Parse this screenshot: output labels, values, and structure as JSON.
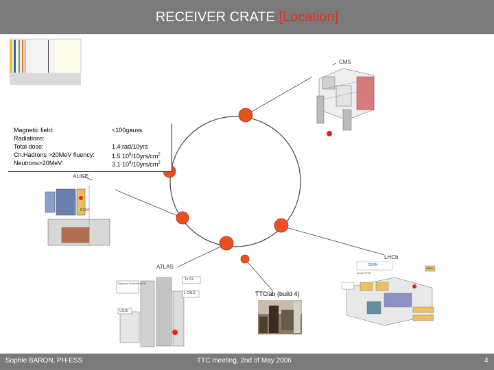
{
  "header": {
    "title_main": "RECEIVER CRATE",
    "title_location": "[Location]",
    "location_color": "#e03020"
  },
  "info_panel": {
    "rows": [
      {
        "label": "Magnetic field:",
        "value": "<100gauss"
      },
      {
        "label": "Radiations:",
        "value": ""
      },
      {
        "label": "Total dose:",
        "value": "1.4 rad/10yrs"
      },
      {
        "label": "Ch.Hadrons >20MeV fluency:",
        "value_pre": "1.5 10",
        "value_sup": "8",
        "value_post": "/10yrs/cm",
        "value_sup2": "2"
      },
      {
        "label": "Neutrons>20MeV:",
        "value_pre": "3.1 10",
        "value_sup": "9",
        "value_post": "/10yrs/cm",
        "value_sup2": "2"
      }
    ]
  },
  "experiments": {
    "cms": "CMS",
    "alice": "ALICE",
    "atlas": "ATLAS",
    "lhcb": "LHCb",
    "ttclab": "TTClab (build 4)"
  },
  "diagram_labels": {
    "alice_p": "PX24",
    "lhcb_title": "CERN",
    "lhcb_pit": "LHCb PIT8",
    "atlas_cavern": "Detector Cavern UX15",
    "atlas_tosx": "To SX",
    "atlas_l": "L CALE",
    "atlas_us": "US15",
    "lhcb_pm": "PM85"
  },
  "footer": {
    "author": "Sophie BARON, PH-ESS",
    "event": "TTC meeting, 2nd of May 2006",
    "page": "4"
  },
  "colors": {
    "bar": "#7a7a7a",
    "node": "#e8501e",
    "marker": "#e82020"
  }
}
